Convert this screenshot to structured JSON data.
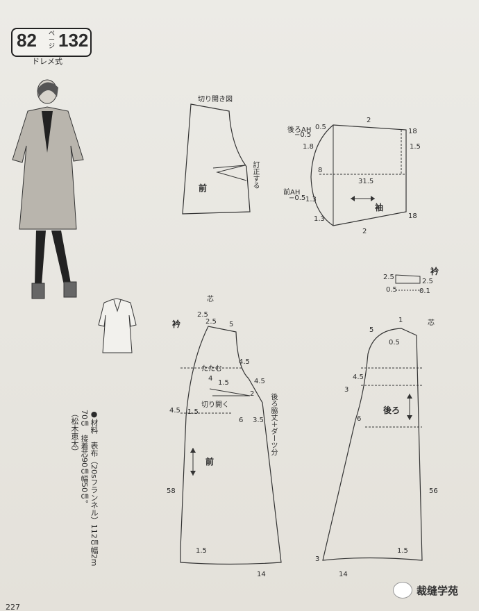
{
  "header": {
    "page_left": "82",
    "page_unit": "ページ",
    "page_right": "132",
    "subtitle": "ドレメ式"
  },
  "materials": {
    "lines": [
      "●材料　表布（20sフランネル）112㎝幅2m",
      "70㎝　接着芯90㎝幅50㎝。",
      "（松木恵太）"
    ]
  },
  "slash_diagram": {
    "title": "切り開き図",
    "piece": "前",
    "note": "訂正する"
  },
  "sleeve": {
    "label": "袖",
    "back_ah": "後ろAH",
    "back_ah_val": "−0.5",
    "front_ah": "前AH",
    "front_ah_val": "−0.5",
    "vals": {
      "top": "2",
      "back_cap": "0.5",
      "right_top": "18",
      "right_side": "1.5",
      "left1": "1.8",
      "mid": "8",
      "width": "31.5",
      "left2": "1.3",
      "left3": "1.3",
      "bottom": "2",
      "right_bottom": "18"
    }
  },
  "collar": {
    "label": "衿",
    "h1": "2.5",
    "h2": "2.5",
    "w1": "0.5",
    "w2": "0.1"
  },
  "front": {
    "label": "前",
    "collar_tag": "衿",
    "interfacing": "芯",
    "fold": "たたむ",
    "slash": "切り開く",
    "note": "後ろ脇丈＋ダーツ分",
    "vals": {
      "v2_5a": "2.5",
      "v2_5b": "2.5",
      "v5": "5",
      "v4_5": "4.5",
      "v4": "4",
      "v1_5": "1.5",
      "p4_5": "4.5",
      "v2": "2",
      "v4_5b": "4.5",
      "v1_5b": "1.5",
      "v6": "6",
      "v3_5": "3.5",
      "v58": "58",
      "v1_5c": "1.5",
      "v14": "14"
    }
  },
  "back": {
    "label": "後ろ",
    "interfacing": "芯",
    "vals": {
      "v1": "1",
      "v5": "5",
      "v0_5": "0.5",
      "v4_5": "4.5",
      "v3": "3",
      "v6": "6",
      "v56": "56",
      "v3b": "3",
      "v1_5": "1.5",
      "v14": "14"
    }
  },
  "watermark": {
    "text": "裁缝学苑"
  },
  "footer": {
    "page_number": "227"
  }
}
